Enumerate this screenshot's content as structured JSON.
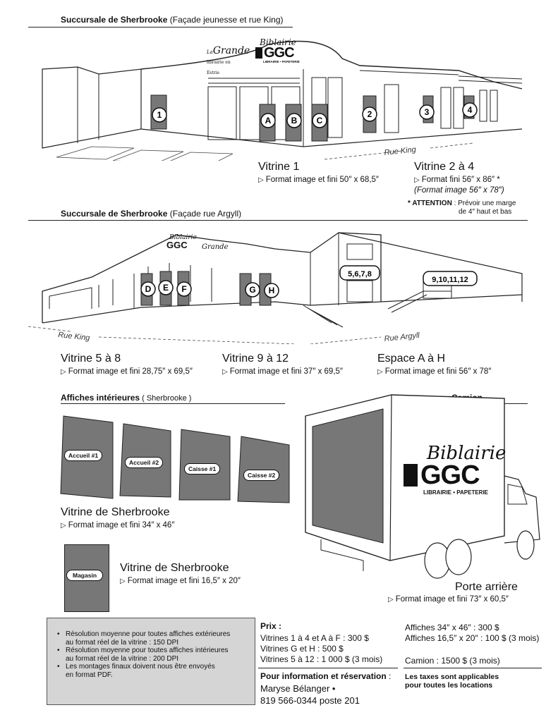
{
  "section1": {
    "title_bold": "Succursale de Sherbrooke",
    "title_rest": " (Façade jeunesse et rue King)",
    "street": "Rue King",
    "window_labels": [
      "1",
      "A",
      "B",
      "C",
      "2",
      "3",
      "4"
    ],
    "logo_biblairie": "Biblairie",
    "logo_ggc": "GGC",
    "logo_sub": "LIBRAIRIE • PAPETERIE",
    "logo_la": "La",
    "logo_grande": "Grande",
    "logo_librairie": "librairie en Estrie",
    "vitrine1_title": "Vitrine 1",
    "vitrine1_fmt": "Format image et fini ",
    "vitrine1_size": "50″ x 68,5″",
    "vitrine24_title": "Vitrine 2 à 4",
    "vitrine24_fmt": "Format fini ",
    "vitrine24_size": "56″ x 86″ *",
    "vitrine24_image": "(Format image 56″ x 78″)",
    "attention_star": "* ",
    "attention_label": "ATTENTION",
    "attention_text": " : Prévoir une marge",
    "attention_text2": "de 4″ haut et bas"
  },
  "section2": {
    "title_bold": "Succursale de Sherbrooke",
    "title_rest": " (Façade rue Argyll)",
    "street_king": "Rue King",
    "street_argyll": "Rue Argyll",
    "window_labels": [
      "D",
      "E",
      "F",
      "G",
      "H"
    ],
    "group1": "5,6,7,8",
    "group2": "9,10,11,12",
    "vitrine58_title": "Vitrine 5 à 8",
    "vitrine58_fmt": "Format image et fini ",
    "vitrine58_size": "28,75″ x 69,5″",
    "vitrine912_title": "Vitrine 9 à 12",
    "vitrine912_fmt": "Format image et fini ",
    "vitrine912_size": "37″ x 69,5″",
    "espace_title": "Espace A à H",
    "espace_fmt": "Format image et fini ",
    "espace_size": "56″ x 78″"
  },
  "section3": {
    "title_bold": "Affiches intérieures",
    "title_rest": " ( Sherbrooke )",
    "camion_label": "Camion",
    "posters": [
      "Accueil #1",
      "Accueil #2",
      "Caisse #1",
      "Caisse #2"
    ],
    "vitrine_sherb_title": "Vitrine de Sherbrooke",
    "vitrine_sherb_fmt": "Format image et fini ",
    "vitrine_sherb_size": "34″ x 46″",
    "magasin_label": "Magasin",
    "vitrine_sherb2_title": "Vitrine de Sherbrooke",
    "vitrine_sherb2_fmt": "Format image et fini ",
    "vitrine_sherb2_size": "16,5″ x 20″",
    "porte_title": "Porte arrière",
    "porte_fmt": "Format image et fini ",
    "porte_size": "73″ x 60,5″"
  },
  "footer": {
    "bullets": [
      [
        "Résolution moyenne pour toutes affiches extérieures",
        "au format réel de la vitrine : 150 DPI"
      ],
      [
        "Résolution moyenne pour toutes affiches intérieures",
        "au format réel de la vitrine : 200 DPI"
      ],
      [
        "Les montages finaux doivent nous être envoyés",
        "en format PDF."
      ]
    ],
    "prix_label": "Prix :",
    "prix1": "Vitrines 1 à 4 et A à F : 300 $",
    "prix2": "Vitrines G et H : 500 $",
    "prix3": "Vitrines 5 à 12 : 1 000 $ (3 mois)",
    "aff1": "Affiches 34″ x 46″ : 300 $",
    "aff2": "Affiches 16,5″ x 20″ : 100 $ (3 mois)",
    "camion_prix": "Camion : 1500 $ (3 mois)",
    "info_label": "Pour information et réservation",
    "info_colon": " :",
    "contact_name": "Maryse Bélanger •",
    "contact_phone": "819 566-0344 poste 201",
    "taxes1": "Les taxes sont applicables",
    "taxes2": "pour toutes les locations"
  }
}
